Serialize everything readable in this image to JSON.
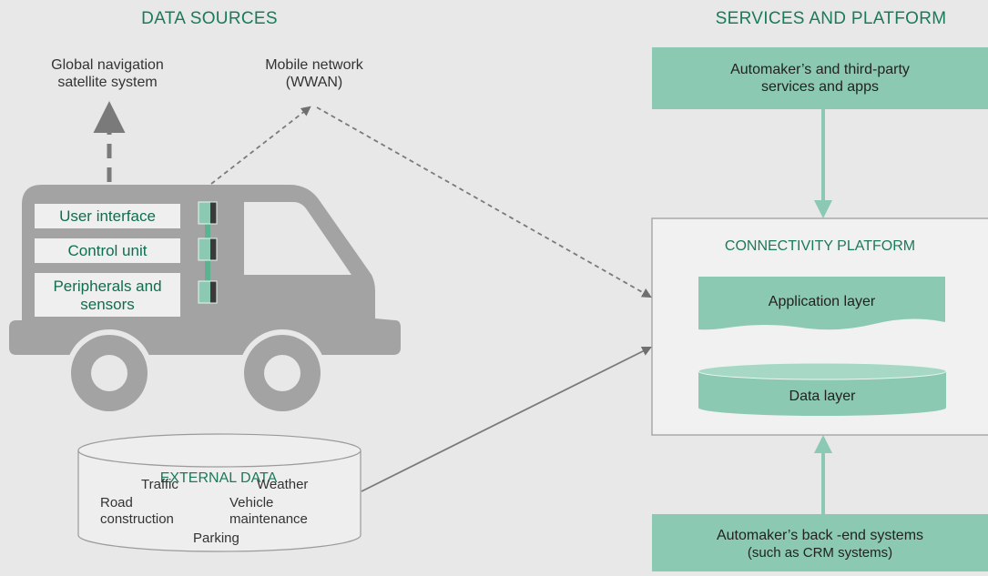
{
  "sections": {
    "data_sources_title": "DATA SOURCES",
    "services_title": "SERVICES AND PLATFORM"
  },
  "gnss": {
    "label": "Global navigation\nsatellite system"
  },
  "mobile": {
    "label": "Mobile network\n(WWAN)"
  },
  "vehicle": {
    "panels": [
      "User interface",
      "Control unit",
      "Peripherals and\nsensors"
    ]
  },
  "external": {
    "title": "EXTERNAL DATA",
    "items": {
      "traffic": "Traffic",
      "weather": "Weather",
      "road": "Road\nconstruction",
      "vehicle": "Vehicle\nmaintenance",
      "parking": "Parking"
    }
  },
  "services": {
    "label": "Automaker’s and third-party\nservices and apps"
  },
  "platform": {
    "title": "CONNECTIVITY PLATFORM",
    "application_layer": "Application layer",
    "data_layer": "Data layer"
  },
  "backend": {
    "label": "Automaker’s back -end systems",
    "sublabel": "(such as CRM systems)"
  },
  "colors": {
    "background": "#e8e8e8",
    "accent_green": "#8cc9b2",
    "dark_green": "#1a7a5a",
    "vehicle_gray": "#a3a3a3",
    "arrow_gray": "#7a7a7a"
  }
}
